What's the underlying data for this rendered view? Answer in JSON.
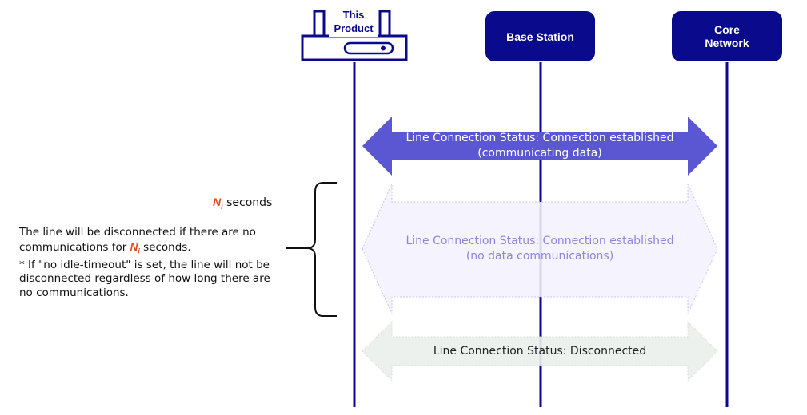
{
  "entities": {
    "product": {
      "line1": "This",
      "line2": "Product"
    },
    "base_station": {
      "label": "Base Station"
    },
    "core_network": {
      "line1": "Core",
      "line2": "Network"
    }
  },
  "arrows": [
    {
      "state": "communicating",
      "line1": "Line Connection Status: Connection established",
      "line2": "(communicating data)"
    },
    {
      "state": "idle",
      "line1": "Line Connection Status: Connection established",
      "line2": "(no data communications)"
    },
    {
      "state": "disconnected",
      "line1": "Line Connection Status: Disconnected"
    }
  ],
  "timeout": {
    "symbol": "N",
    "subscript": "i",
    "seconds_label": "seconds",
    "desc_part1": "The line will be disconnected if there are no communications for",
    "desc_part2": "seconds.",
    "note": "* If \"no idle-timeout\" is set, the line will not be disconnected regardless of how long there are no communications."
  },
  "colors": {
    "navy": "#0a0a8c",
    "arrow_communicating": "#5b57d3",
    "arrow_idle_fill": "#f2f1fe",
    "arrow_idle_border": "#c9c6f1",
    "arrow_disconnected_fill": "#eaefec",
    "accent_red": "#e24a1c"
  }
}
